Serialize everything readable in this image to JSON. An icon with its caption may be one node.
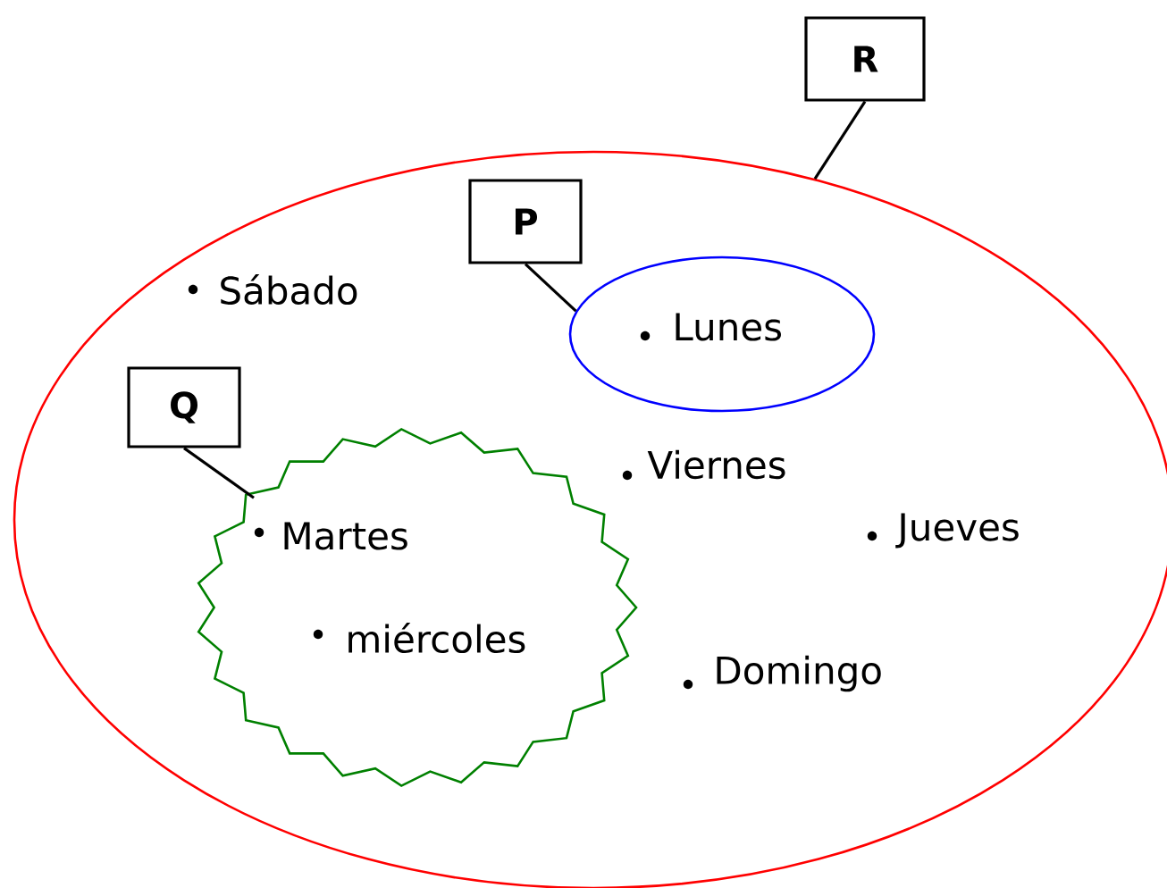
{
  "diagram": {
    "nodes": [
      {
        "text": [
          "R"
        ]
      },
      {
        "text": [],
        "shape": "ellipse"
      },
      {
        "text": [
          "P"
        ],
        "in": 1
      },
      {
        "text": [],
        "shape": "ellipse",
        "in": 1
      },
      {
        "text": [
          "Q"
        ],
        "in": 1
      },
      {
        "text": [],
        "shape": "cloud",
        "in": 1
      }
    ],
    "edges": [
      {
        "from": 0,
        "to": 1,
        "arrow": "none"
      },
      {
        "from": 2,
        "to": 3,
        "arrow": "none"
      },
      {
        "from": 4,
        "to": 5,
        "arrow": "none"
      }
    ],
    "labels": [
      "Sábado",
      "Lunes",
      "Viernes",
      "Martes",
      "Jueves",
      "miércoles",
      "Domingo"
    ]
  }
}
